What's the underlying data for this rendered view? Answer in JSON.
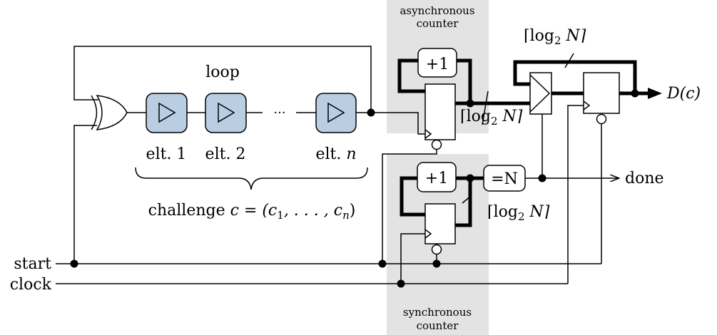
{
  "labels": {
    "async_counter_line1": "asynchronous",
    "async_counter_line2": "counter",
    "sync_counter_line1": "synchronous",
    "sync_counter_line2": "counter",
    "loop": "loop",
    "elt1": "elt. 1",
    "elt2": "elt. 2",
    "eltn_prefix": "elt. ",
    "eltn_var": "n",
    "ellipsis": "···",
    "plus_one": "+1",
    "equals_n": "=N",
    "challenge_prefix": "challenge ",
    "challenge_expr": "c = (c",
    "challenge_sub1": "1",
    "challenge_mid": ", . . . , c",
    "challenge_subn": "n",
    "challenge_end": ")",
    "log_a": "⌈log",
    "log_sub": "2",
    "log_b": " N⌉",
    "output": "D(c)",
    "done": "done",
    "start": "start",
    "clock": "clock"
  }
}
